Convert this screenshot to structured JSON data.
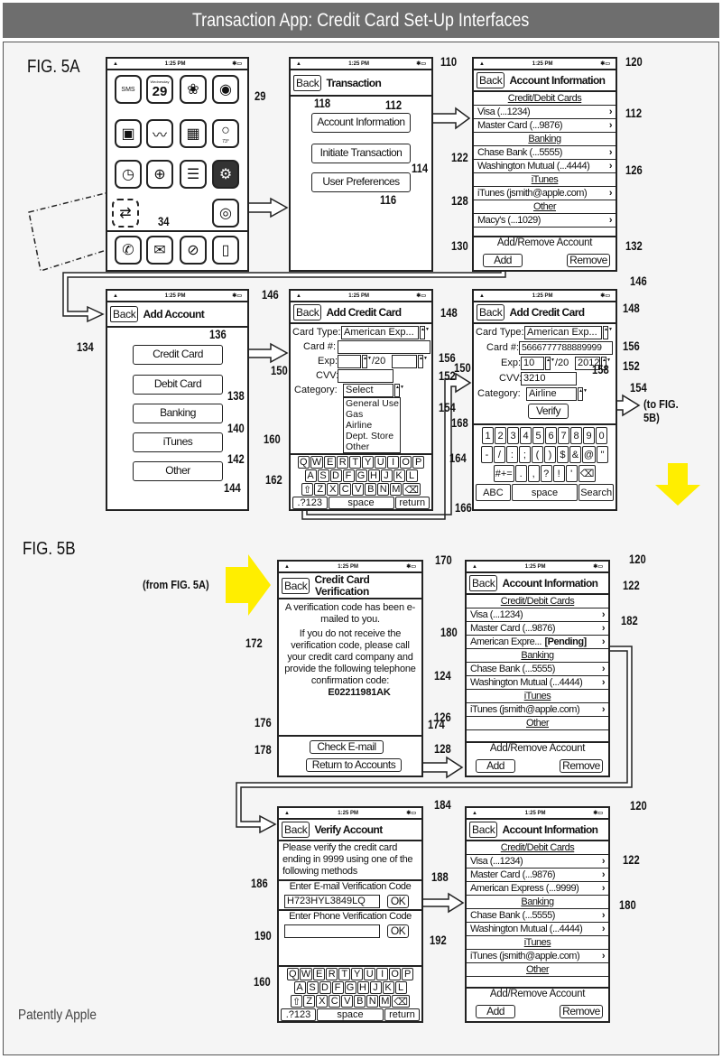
{
  "title": "Transaction App: Credit Card Set-Up Interfaces",
  "fig_a": "FIG. 5A",
  "fig_b": "FIG. 5B",
  "watermark": "Patently Apple",
  "status": {
    "time": "1:25 PM"
  },
  "colors": {
    "header_bg": "#6e6e6e",
    "arrow_highlight": "#ffee00",
    "line": "#222222"
  },
  "home": {
    "calendar_day": "Wednesday",
    "calendar_date": "29",
    "sms": "SMS",
    "weather": "73°",
    "icons": [
      "sms-icon",
      "calendar-icon",
      "photos-icon",
      "camera-icon",
      "youtube-icon",
      "stocks-icon",
      "maps-icon",
      "weather-icon",
      "clock-icon",
      "calculator-icon",
      "notes-icon",
      "settings-icon",
      "transaction-app-icon",
      "ipod-icon"
    ],
    "dock": [
      "phone-icon",
      "mail-icon",
      "safari-icon",
      "ipod-icon"
    ]
  },
  "transaction": {
    "back": "Back",
    "title": "Transaction",
    "buttons": [
      "Account Information",
      "Initiate Transaction",
      "User Preferences"
    ]
  },
  "account_a": {
    "back": "Back",
    "title": "Account Information",
    "rows": [
      {
        "h": 1,
        "label": "Credit/Debit Cards"
      },
      {
        "label": "Visa (...1234)"
      },
      {
        "label": "Master Card (...9876)"
      },
      {
        "h": 1,
        "label": "Banking"
      },
      {
        "label": "Chase Bank (...5555)"
      },
      {
        "label": "Washington Mutual (...4444)"
      },
      {
        "h": 1,
        "label": "iTunes"
      },
      {
        "label": "iTunes (jsmith@apple.com)"
      },
      {
        "h": 1,
        "label": "Other"
      },
      {
        "label": "Macy's (...1029)"
      }
    ],
    "footer": "Add/Remove Account",
    "add": "Add",
    "remove": "Remove"
  },
  "add_account": {
    "back": "Back",
    "title": "Add Account",
    "buttons": [
      "Credit Card",
      "Debit Card",
      "Banking",
      "iTunes",
      "Other"
    ]
  },
  "add_card": {
    "back": "Back",
    "title": "Add Credit Card",
    "card_type_label": "Card Type:",
    "card_type": "American Exp...",
    "card_label": "Card #:",
    "exp_label": "Exp:",
    "exp_sep": "/20",
    "cvv_label": "CVV:",
    "category_label": "Category:",
    "category": "Select",
    "category_options": [
      "General Use",
      "Gas",
      "Airline",
      "Dept. Store",
      "Other"
    ]
  },
  "add_card_filled": {
    "back": "Back",
    "title": "Add Credit Card",
    "card_type_label": "Card Type:",
    "card_type": "American Exp...",
    "card_label": "Card #:",
    "card_number": "5666777788889999",
    "exp_label": "Exp:",
    "exp_month": "10",
    "exp_sep": "/20",
    "exp_year": "2012",
    "cvv_label": "CVV:",
    "cvv": "3210",
    "category_label": "Category:",
    "category": "Airline",
    "verify": "Verify"
  },
  "kb_alpha": [
    [
      "Q",
      "W",
      "E",
      "R",
      "T",
      "Y",
      "U",
      "I",
      "O",
      "P"
    ],
    [
      "A",
      "S",
      "D",
      "F",
      "G",
      "H",
      "J",
      "K",
      "L"
    ],
    [
      "⇧",
      "Z",
      "X",
      "C",
      "V",
      "B",
      "N",
      "M",
      "⌫"
    ],
    [
      ".?123",
      "space",
      "return"
    ]
  ],
  "kb_num": [
    [
      "1",
      "2",
      "3",
      "4",
      "5",
      "6",
      "7",
      "8",
      "9",
      "0"
    ],
    [
      "-",
      "/",
      ":",
      ";",
      "(",
      ")",
      "$",
      "&",
      "@",
      "\""
    ],
    [
      "#+=",
      ".",
      ",",
      "?",
      "!",
      "'",
      "⌫"
    ],
    [
      "ABC",
      "space",
      "Search"
    ]
  ],
  "verification": {
    "back": "Back",
    "title_1": "Credit Card",
    "title_2": "Verification",
    "msg1": "A verification code has been e-mailed to you.",
    "msg2": "If you do not receive the verification code, please call your credit card company and provide the following telephone confirmation code:",
    "code": "E02211981AK",
    "check": "Check E-mail",
    "return": "Return to Accounts"
  },
  "account_b": {
    "back": "Back",
    "title": "Account Information",
    "rows": [
      {
        "h": 1,
        "label": "Credit/Debit Cards"
      },
      {
        "label": "Visa (...1234)"
      },
      {
        "label": "Master Card (...9876)"
      },
      {
        "label": "American Expre...",
        "pending": "[Pending]"
      },
      {
        "h": 1,
        "label": "Banking"
      },
      {
        "label": "Chase Bank (...5555)"
      },
      {
        "label": "Washington Mutual (...4444)"
      },
      {
        "h": 1,
        "label": "iTunes"
      },
      {
        "label": "iTunes (jsmith@apple.com)"
      },
      {
        "h": 1,
        "label": "Other"
      }
    ],
    "footer": "Add/Remove Account",
    "add": "Add",
    "remove": "Remove"
  },
  "verify_account": {
    "back": "Back",
    "title": "Verify Account",
    "msg": "Please verify the credit card ending in 9999 using one of the following methods",
    "email_label": "Enter E-mail Verification Code",
    "email_code": "H723HYL3849LQ",
    "ok": "OK",
    "phone_label": "Enter Phone Verification Code",
    "phone_code": ""
  },
  "account_c": {
    "back": "Back",
    "title": "Account Information",
    "rows": [
      {
        "h": 1,
        "label": "Credit/Debit Cards"
      },
      {
        "label": "Visa (...1234)"
      },
      {
        "label": "Master Card (...9876)"
      },
      {
        "label": "American Express (...9999)"
      },
      {
        "h": 1,
        "label": "Banking"
      },
      {
        "label": "Chase Bank (...5555)"
      },
      {
        "label": "Washington Mutual (...4444)"
      },
      {
        "h": 1,
        "label": "iTunes"
      },
      {
        "label": "iTunes (jsmith@apple.com)"
      },
      {
        "h": 1,
        "label": "Other"
      }
    ],
    "footer": "Add/Remove Account",
    "add": "Add",
    "remove": "Remove"
  },
  "notes": {
    "to_fig": "(to FIG. 5B)",
    "from_fig": "(from FIG. 5A)"
  },
  "refs": [
    "29",
    "34",
    "110",
    "118",
    "112",
    "114",
    "116",
    "120",
    "112",
    "122",
    "126",
    "128",
    "130",
    "132",
    "146",
    "148",
    "156",
    "150",
    "152",
    "154",
    "160",
    "162",
    "134",
    "136",
    "138",
    "140",
    "142",
    "144",
    "146",
    "148",
    "156",
    "152",
    "150",
    "158",
    "154",
    "168",
    "164",
    "166",
    "170",
    "172",
    "176",
    "174",
    "178",
    "120",
    "122",
    "182",
    "180",
    "124",
    "126",
    "128",
    "184",
    "186",
    "188",
    "190",
    "192",
    "160",
    "120",
    "122",
    "180"
  ]
}
